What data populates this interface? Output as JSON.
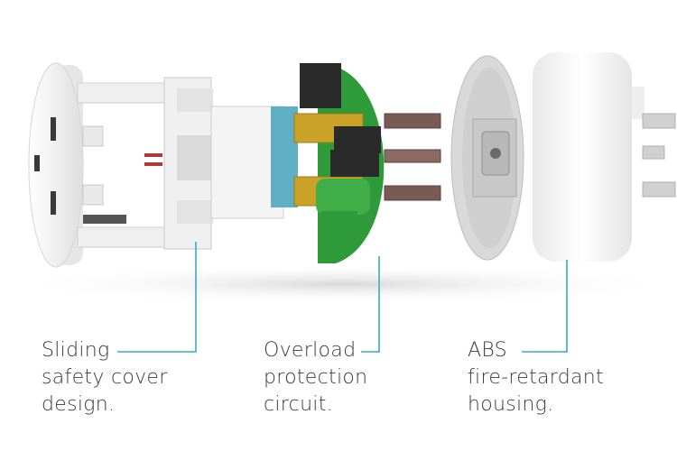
{
  "colors": {
    "leader_line": "#3aa8c7",
    "housing_white": "#f2f2f2",
    "pcb_green": "#2f9a3a",
    "brass": "#c9a227",
    "dark_component": "#2a2a2a"
  },
  "callouts": [
    {
      "lines": [
        "Sliding",
        "safety cover",
        "design."
      ]
    },
    {
      "lines": [
        "Overload",
        "protection",
        "circuit."
      ]
    },
    {
      "lines": [
        "ABS",
        "fire-retardant",
        "housing."
      ]
    }
  ]
}
